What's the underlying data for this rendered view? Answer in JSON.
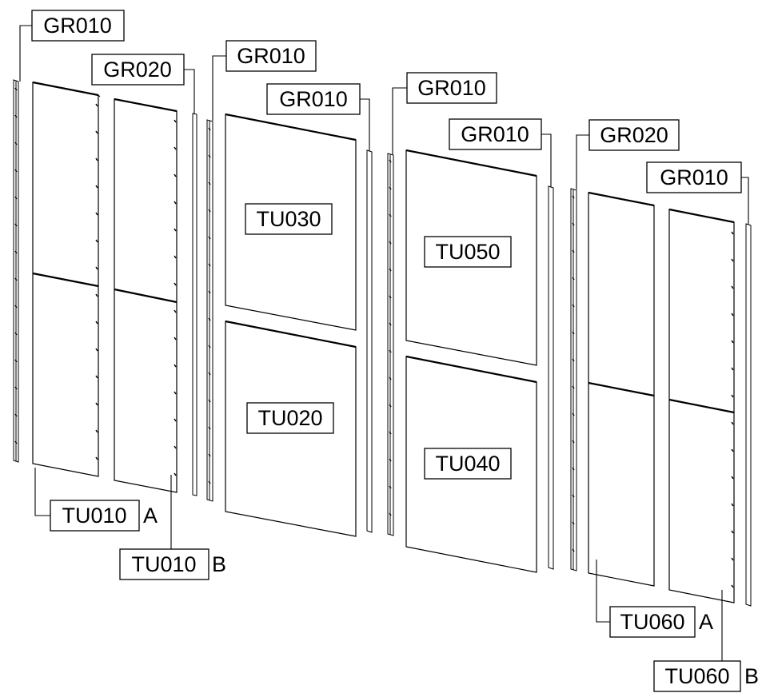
{
  "labels": {
    "gr_a": "GR010",
    "gr_b": "GR020",
    "gr_c": "GR010",
    "gr_d": "GR010",
    "gr_e": "GR010",
    "gr_f": "GR010",
    "gr_g": "GR020",
    "gr_h": "GR010",
    "tu030": "TU030",
    "tu020": "TU020",
    "tu050": "TU050",
    "tu040": "TU040",
    "tu010a_code": "TU010",
    "tu010a_suffix": "A",
    "tu010b_code": "TU010",
    "tu010b_suffix": "B",
    "tu060a_code": "TU060",
    "tu060a_suffix": "A",
    "tu060b_code": "TU060",
    "tu060b_suffix": "B"
  }
}
